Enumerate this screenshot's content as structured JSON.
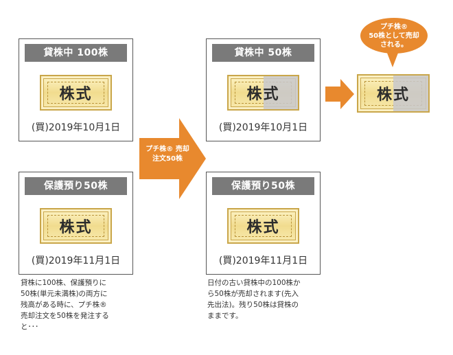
{
  "cards": {
    "loan_before": {
      "title": "貸株中 100株",
      "stock": "株式",
      "date": "(買)2019年10月1日"
    },
    "custody_before": {
      "title": "保護預り50株",
      "stock": "株式",
      "date": "(買)2019年11月1日"
    },
    "loan_after": {
      "title": "貸株中 50株",
      "stock": "株式",
      "date": "(買)2019年10月1日"
    },
    "custody_after": {
      "title": "保護預り50株",
      "stock": "株式",
      "date": "(買)2019年11月1日"
    }
  },
  "big_arrow": {
    "line1": "プチ株® 売却",
    "line2": "注文50株"
  },
  "result_cert": {
    "stock": "株式"
  },
  "bubble": {
    "line1": "プチ株®",
    "line2": "50株として売却",
    "line3": "される。"
  },
  "notes": {
    "left": [
      "貸株に100株、保護預りに",
      "50株(単元未満株)の両方に",
      "残高がある時に、プチ株®",
      "売却注文を50株を発注する",
      "と･･･"
    ],
    "right": [
      "日付の古い貸株中の100株か",
      "ら50株が売却されます(先入",
      "先出法)。残り50株は貸株の",
      "ままです。"
    ]
  },
  "colors": {
    "arrow": "#e8892e",
    "title_bar": "#7a7a7a",
    "card_border": "#555555",
    "cert_gold": "#f1dc8e"
  }
}
